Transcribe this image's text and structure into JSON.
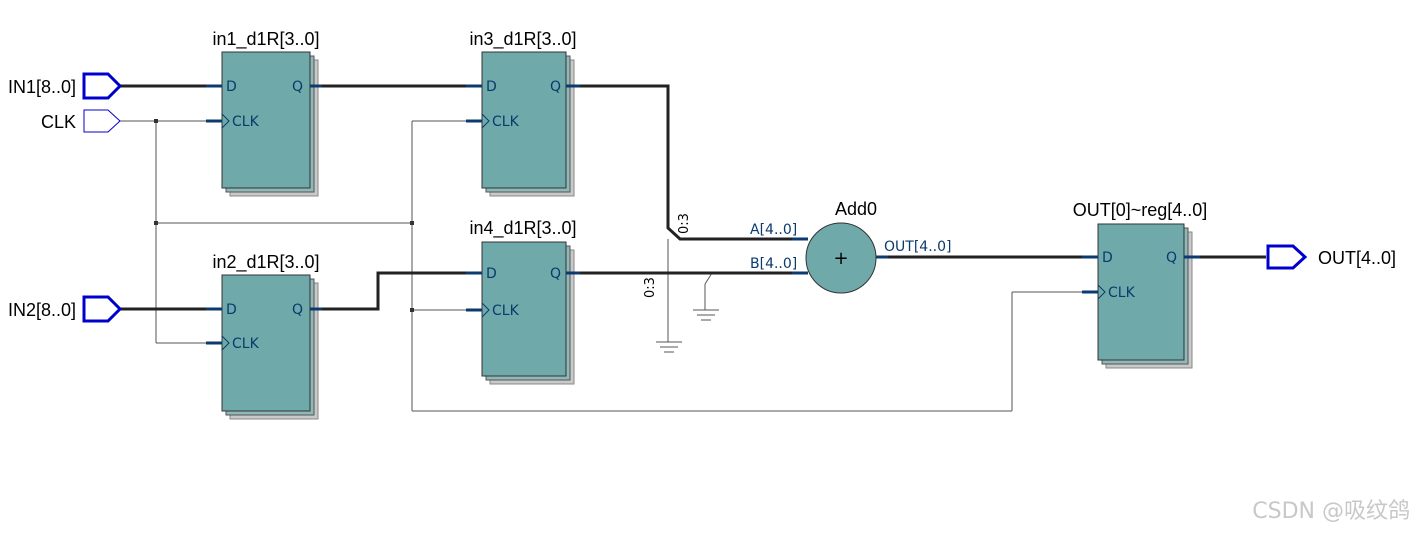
{
  "ports": {
    "in1": "IN1[8..0]",
    "clk": "CLK",
    "in2": "IN2[8..0]",
    "out": "OUT[4..0]"
  },
  "registers": {
    "r1": "in1_d1R[3..0]",
    "r2": "in2_d1R[3..0]",
    "r3": "in3_d1R[3..0]",
    "r4": "in4_d1R[3..0]",
    "rout": "OUT[0]~reg[4..0]"
  },
  "pins": {
    "d": "D",
    "q": "Q",
    "clk": "CLK"
  },
  "adder": {
    "title": "Add0",
    "symbol": "+",
    "a": "A[4..0]",
    "b": "B[4..0]",
    "out": "OUT[4..0]"
  },
  "slices": {
    "top": "0:3",
    "bottom": "0:3"
  },
  "watermark": "CSDN @吸纹鸽",
  "colors": {
    "register_fill": "#6fa9aa",
    "port_stroke": "#0000cc",
    "wire": "#222222",
    "pin_stub": "#0a3a6e"
  }
}
